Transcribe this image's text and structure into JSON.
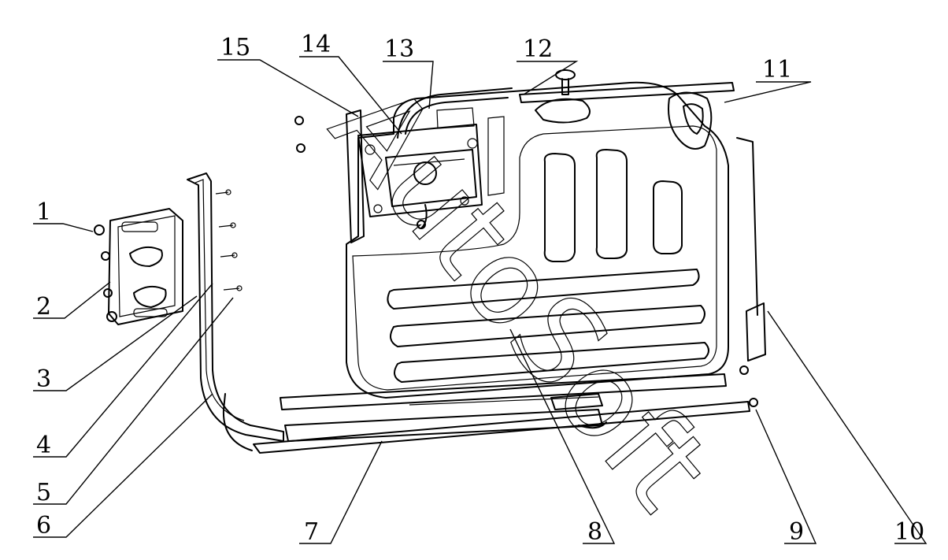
{
  "callouts": [
    {
      "label": "1"
    },
    {
      "label": "2"
    },
    {
      "label": "3"
    },
    {
      "label": "4"
    },
    {
      "label": "5"
    },
    {
      "label": "6"
    },
    {
      "label": "7"
    },
    {
      "label": "8"
    },
    {
      "label": "9"
    },
    {
      "label": "10"
    },
    {
      "label": "11"
    },
    {
      "label": "12"
    },
    {
      "label": "13"
    },
    {
      "label": "14"
    },
    {
      "label": "15"
    }
  ],
  "watermark": "AutoSoft",
  "icons": {
    "fuel-tank": "fuel-tank-icon",
    "mounting-bracket": "mounting-bracket-icon",
    "strap": "strap-icon",
    "sending-unit": "sending-unit-icon",
    "filler-cap": "filler-cap-icon"
  }
}
